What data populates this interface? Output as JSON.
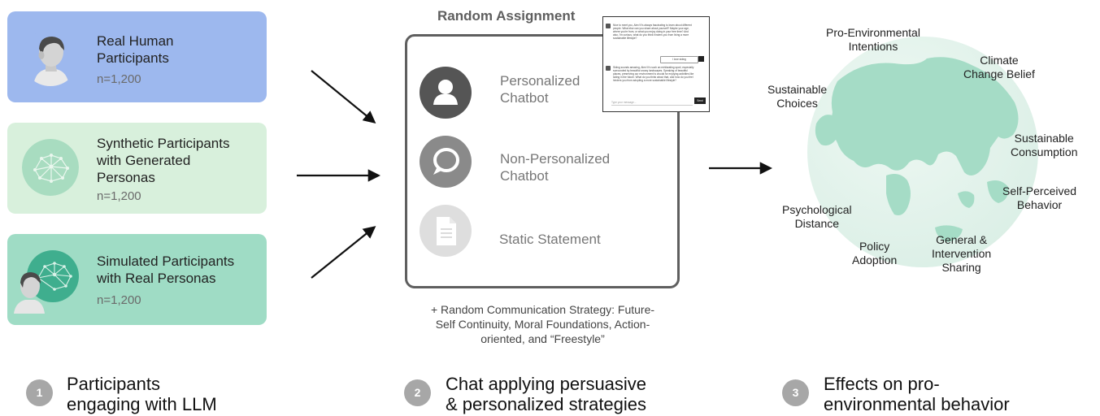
{
  "participants": [
    {
      "title_line1": "Real Human",
      "title_line2": "Participants",
      "title_line3": "",
      "n": "n=1,200"
    },
    {
      "title_line1": "Synthetic Participants",
      "title_line2": "with Generated",
      "title_line3": "Personas",
      "n": "n=1,200"
    },
    {
      "title_line1": "Simulated Participants",
      "title_line2": "with Real Personas",
      "title_line3": "",
      "n": "n=1,200"
    }
  ],
  "assignment": {
    "title": "Random Assignment",
    "options": [
      {
        "line1": "Personalized",
        "line2": "Chatbot"
      },
      {
        "line1": "Non-Personalized",
        "line2": "Chatbot"
      },
      {
        "line1": "Static Statement",
        "line2": ""
      }
    ],
    "chat_preview": {
      "message1": "Nice to meet you, Alex! It's always fascinating to learn about different people. What else can you share about yourself? Maybe your age, where you're from, or what you enjoy doing in your free time? And also, I'm curious, what do you think hinders you from living a more sustainable lifestyle?",
      "reply": "I love skiing",
      "message2": "Skiing sounds amazing, Alex! It's such an exhilarating sport, especially surrounded by beautiful snowy landscapes. Speaking of beautiful places, preserving our environment is crucial for enjoying activities like skiing in the future. What do you think about that, and how do you feel hinders you from adopting a more sustainable lifestyle?",
      "input_placeholder": "Type your message...",
      "send_label": "Send"
    },
    "strategy_line1": "+ Random Communication Strategy: Future-",
    "strategy_line2": "Self Continuity, Moral Foundations, Action-",
    "strategy_line3": "oriented, and “Freestyle”"
  },
  "effects": {
    "pro_env_intentions": {
      "l1": "Pro-Environmental",
      "l2": "Intentions"
    },
    "climate_change_belief": {
      "l1": "Climate",
      "l2": "Change Belief"
    },
    "sustainable_choices": {
      "l1": "Sustainable",
      "l2": "Choices"
    },
    "sustainable_consumption": {
      "l1": "Sustainable",
      "l2": "Consumption"
    },
    "self_perceived_behavior": {
      "l1": "Self-Perceived",
      "l2": "Behavior"
    },
    "psychological_distance": {
      "l1": "Psychological",
      "l2": "Distance"
    },
    "policy_adoption": {
      "l1": "Policy",
      "l2": "Adoption"
    },
    "intervention_sharing": {
      "l1": "General &",
      "l2": "Intervention",
      "l3": "Sharing"
    }
  },
  "steps": [
    {
      "num": "1",
      "line1": "Participants",
      "line2": "engaging with LLM"
    },
    {
      "num": "2",
      "line1": "Chat applying persuasive",
      "line2": "& personalized strategies"
    },
    {
      "num": "3",
      "line1": "Effects on pro-",
      "line2": "environmental behavior"
    }
  ],
  "colors": {
    "card_real": "#9db8ee",
    "card_synthetic": "#d8f0dc",
    "card_simulated": "#9fdcc5",
    "globe_land": "#a5dcc6",
    "step_badge": "#a7a7a7"
  },
  "icons": [
    "person-icon",
    "network-brain-icon",
    "speech-bubble-icon",
    "document-icon",
    "globe-icon",
    "arrow-icon"
  ]
}
